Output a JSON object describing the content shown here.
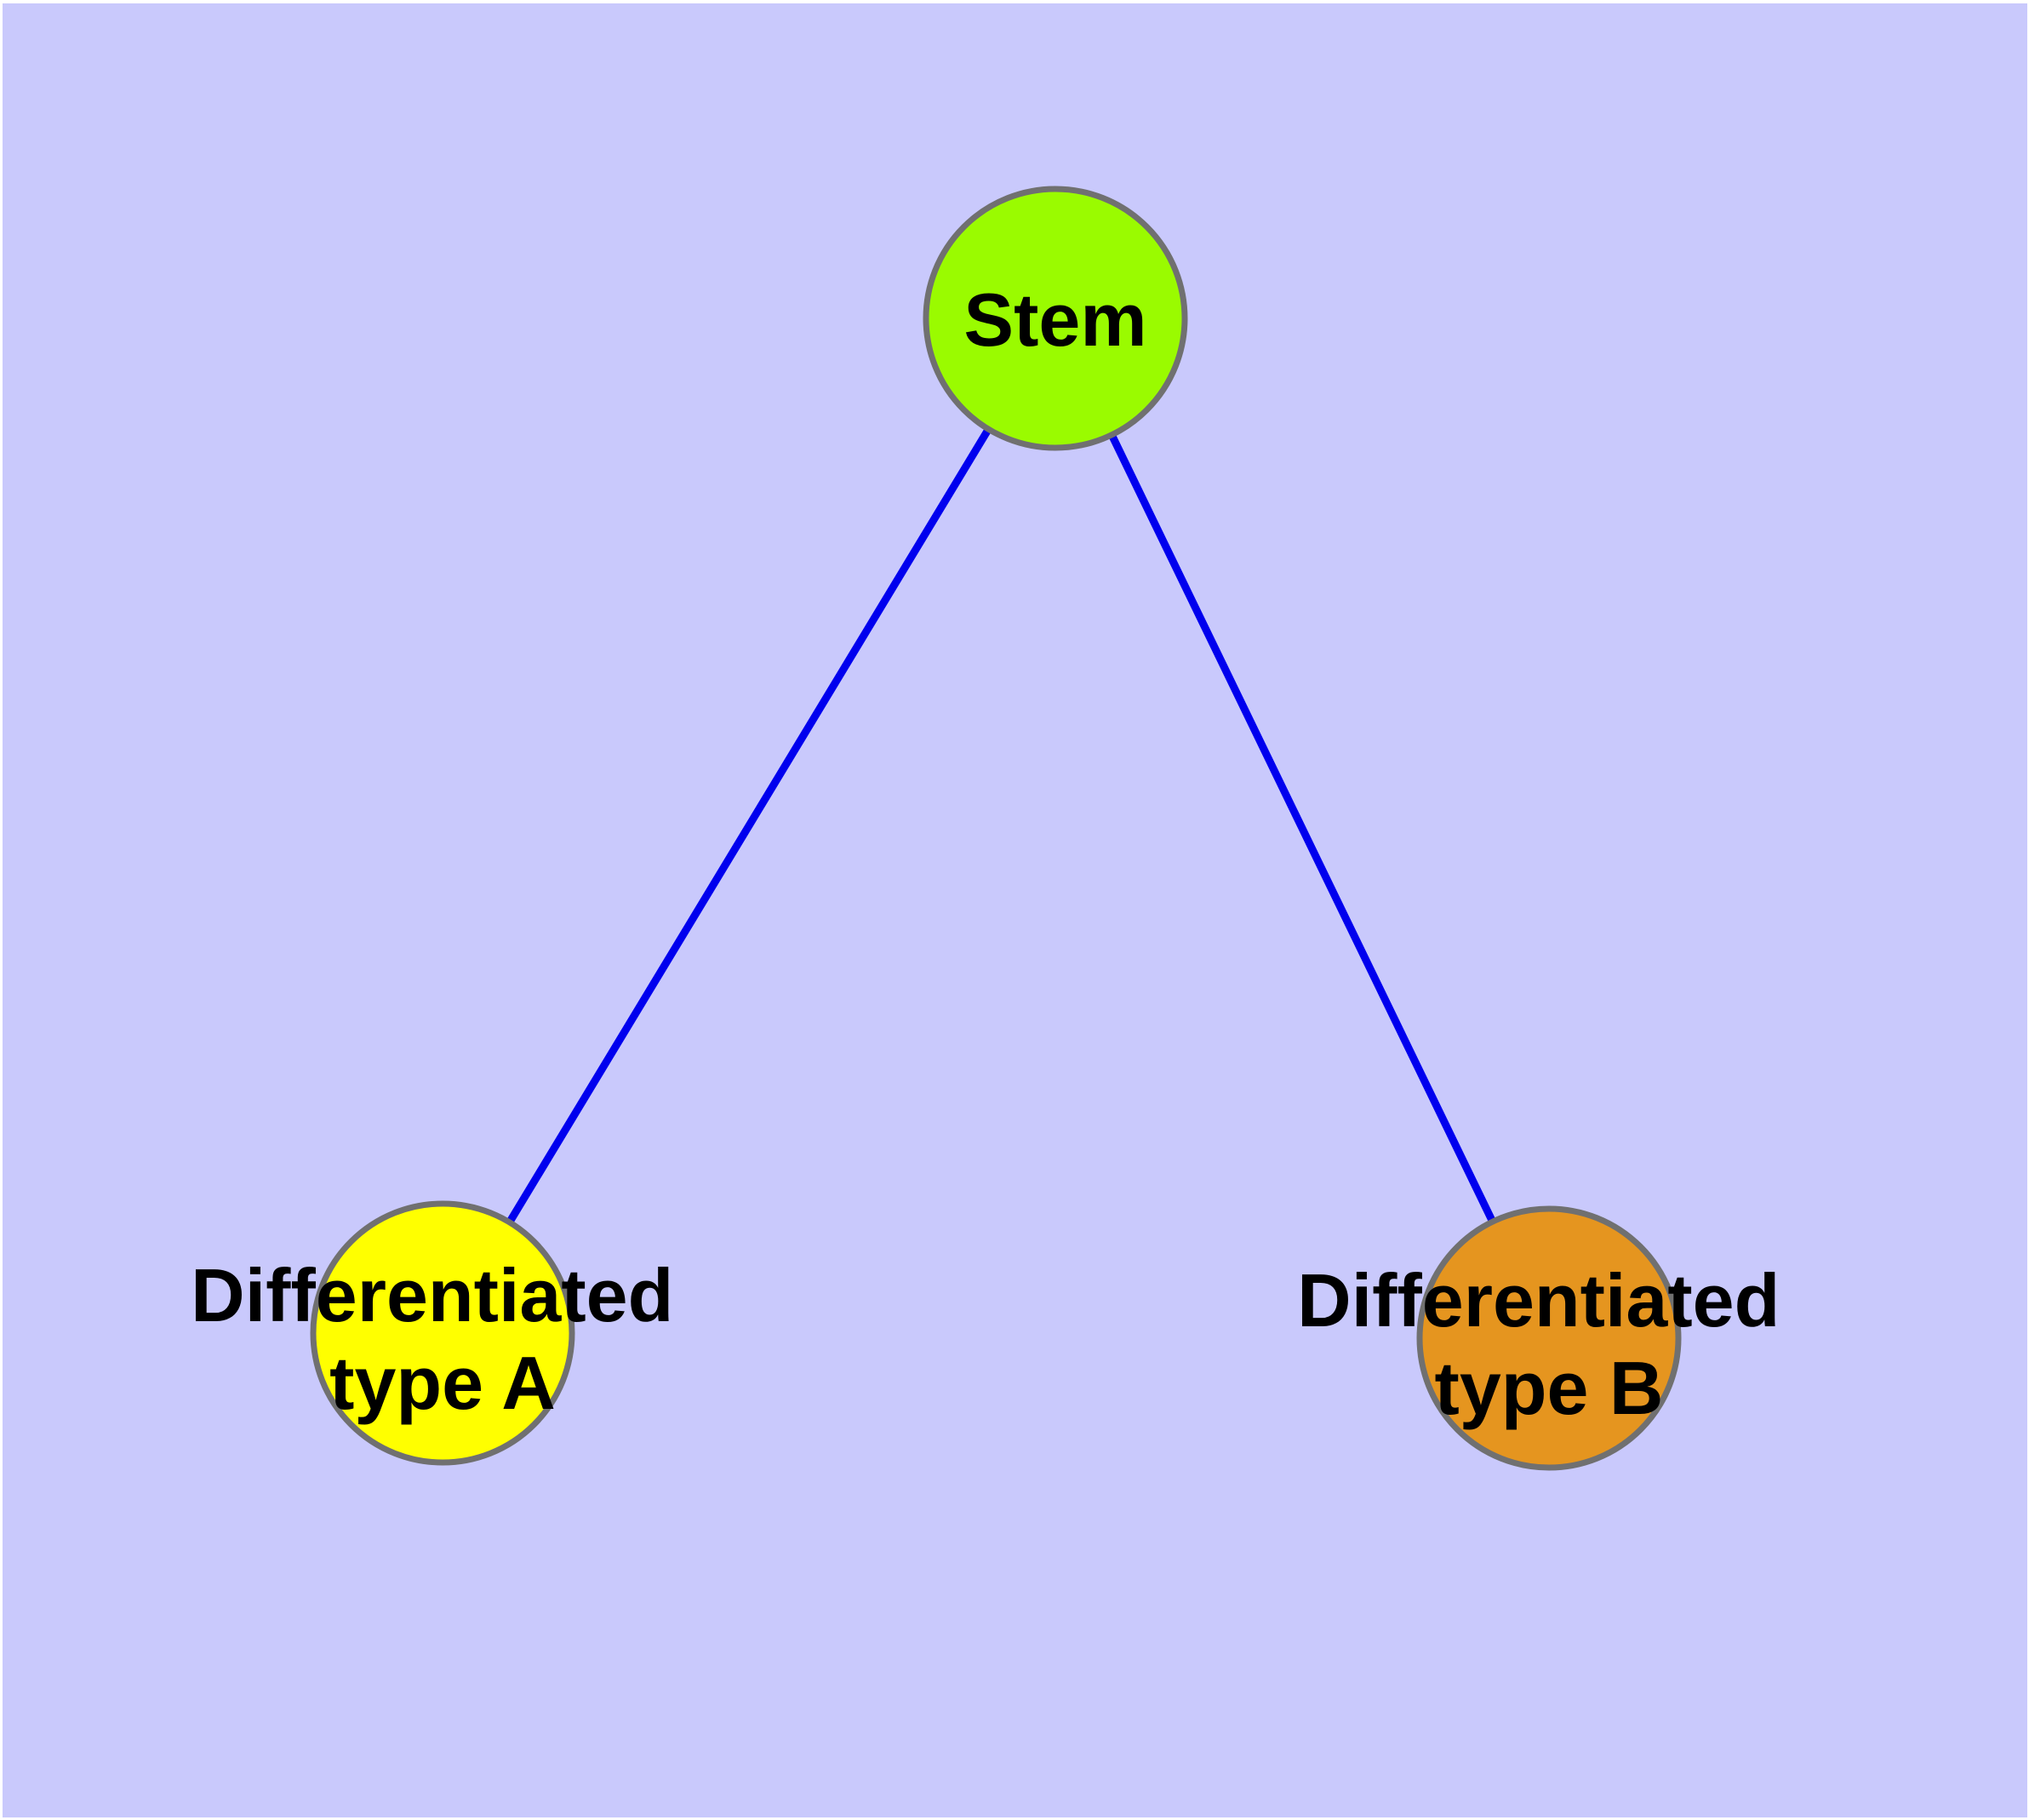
{
  "diagram": {
    "type": "graph",
    "colors": {
      "page_border": "#FFFFFF",
      "background": "#C9C9FC",
      "edge": "#0000EE",
      "node_border": "#707070",
      "label_text": "#000000"
    },
    "nodes": [
      {
        "id": "stem",
        "label": "Stem",
        "fill": "#9AFB00"
      },
      {
        "id": "differentiated-type-a",
        "label_line1": "Differentiated",
        "label_line2": "type A",
        "fill": "#FFFF00"
      },
      {
        "id": "differentiated-type-b",
        "label_line1": "Differentiated",
        "label_line2": "type B",
        "fill": "#E5951F"
      }
    ],
    "edges": [
      {
        "from": "stem",
        "to": "differentiated-type-a"
      },
      {
        "from": "stem",
        "to": "differentiated-type-b"
      }
    ]
  }
}
